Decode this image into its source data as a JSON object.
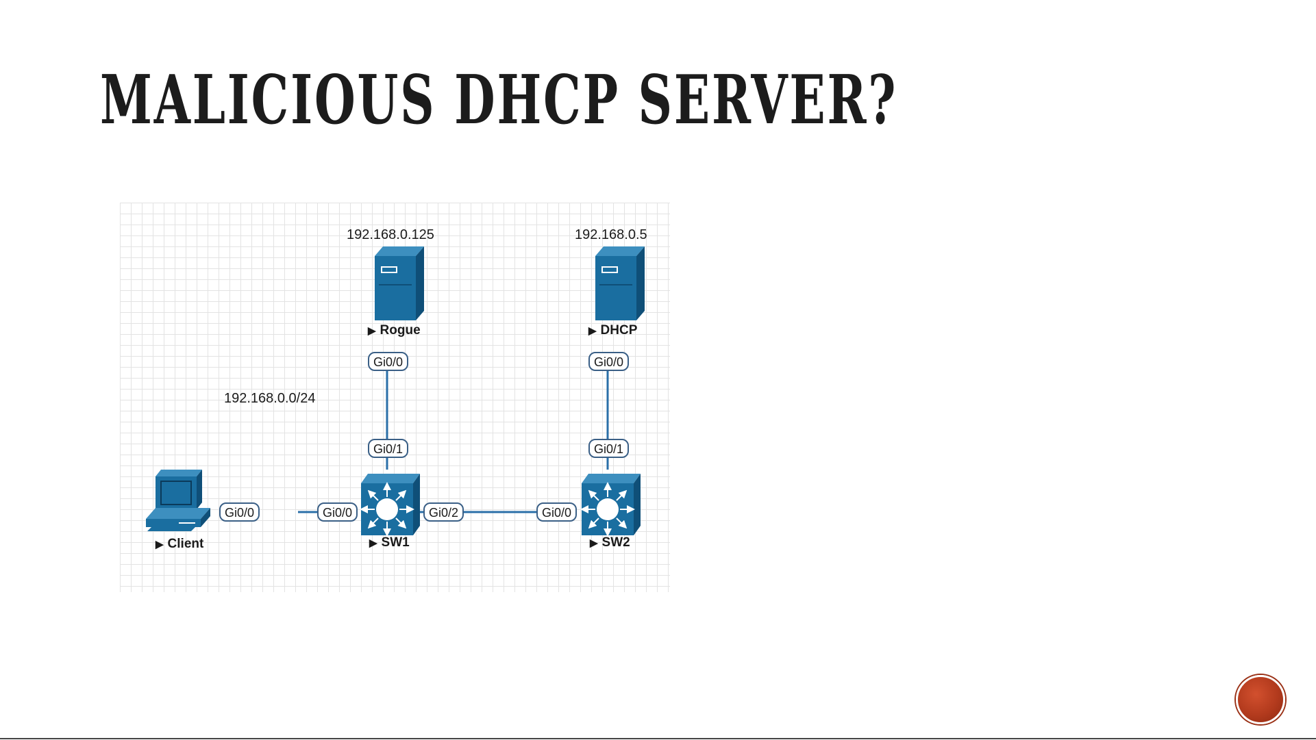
{
  "slide": {
    "title": "MALICIOUS DHCP SERVER?"
  },
  "diagram": {
    "subnet": "192.168.0.0/24",
    "nodes": {
      "rogue": {
        "name": "Rogue",
        "ip": "192.168.0.125",
        "icon": "server-icon"
      },
      "dhcp": {
        "name": "DHCP",
        "ip": "192.168.0.5",
        "icon": "server-icon"
      },
      "client": {
        "name": "Client",
        "icon": "computer-icon"
      },
      "sw1": {
        "name": "SW1",
        "icon": "switch-icon"
      },
      "sw2": {
        "name": "SW2",
        "icon": "switch-icon"
      }
    },
    "ports": {
      "rogue_gi0": "Gi0/0",
      "dhcp_gi0": "Gi0/0",
      "sw1_gi1": "Gi0/1",
      "sw2_gi1": "Gi0/1",
      "client_gi0": "Gi0/0",
      "sw1_gi0": "Gi0/0",
      "sw1_gi2": "Gi0/2",
      "sw2_gi0": "Gi0/0"
    },
    "colors": {
      "device": "#1a6ea0",
      "link": "#2a6fa8",
      "port_border": "#3a5f86"
    }
  }
}
